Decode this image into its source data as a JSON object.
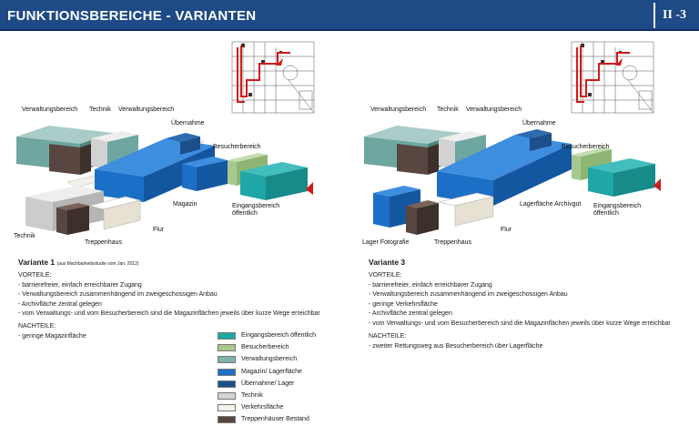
{
  "header": {
    "title": "FUNKTIONSBEREICHE  - VARIANTEN",
    "page_number": "II -3"
  },
  "variant1": {
    "title": "Variante 1",
    "title_note": "(aus Machbarkeitsstudie vom Jan. 2012)",
    "labels": {
      "verwaltung_left": "Verwaltungsbereich",
      "technik_top": "Technik",
      "verwaltung_right": "Verwaltungsbereich",
      "uebernahme": "Übernahme",
      "besucher": "Besucherbereich",
      "magazin": "Magazin",
      "eingang_line1": "Eingangsbereich",
      "eingang_line2": "öffentlich",
      "technik_bottom": "Technik",
      "treppenhaus": "Treppenhaus",
      "flur": "Flur"
    },
    "vorteile_heading": "VORTEILE:",
    "vorteile": [
      "- barrierefreier, einfach erreichbarer Zugang",
      "- Verwaltungsbereich zusammenhängend im zweigeschossigen Anbau",
      "- Archivfläche zentral gelegen",
      "- vom Verwaltungs- und vom Besucherbereich sind die Magazinflächen jeweils über kurze Wege erreichbar"
    ],
    "nachteile_heading": "NACHTEILE:",
    "nachteile": [
      "- geringe Magazinfläche"
    ]
  },
  "variant3": {
    "title": "Variante 3",
    "labels": {
      "verwaltung_left": "Verwaltungsbereich",
      "technik_top": "Technik",
      "verwaltung_right": "Verwaltungsbereich",
      "uebernahme": "Übernahme",
      "besucher": "Besucherbereich",
      "lagerflaeche": "Lagerfläche Archivgut",
      "eingang_line1": "Eingangsbereich",
      "eingang_line2": "öffentlich",
      "lager_foto": "Lager Fotografie",
      "treppenhaus": "Treppenhaus",
      "flur": "Flur"
    },
    "vorteile_heading": "VORTEILE:",
    "vorteile": [
      "- barrierefreier, einfach erreichbarer Zugang",
      "- Verwaltungsbereich zusammenhängend im zweigeschossigen Anbau",
      "- geringe Verkehrsfläche",
      "- Archivfläche zentral gelegen",
      "- vom Verwaltungs- und vom Besucherbereich sind die Magazinflächen jeweils über kurze Wege erreichbar"
    ],
    "nachteile_heading": "NACHTEILE:",
    "nachteile": [
      "- zweiter Rettungsweg aus Besucherbereich über Lagerfläche"
    ]
  },
  "legend": [
    {
      "label": "Eingangsbereich öffentlich",
      "color": "#1fa6a6"
    },
    {
      "label": "Besucherbereich",
      "color": "#a7c98d"
    },
    {
      "label": "Verwaltungsbereich",
      "color": "#7fb2ad"
    },
    {
      "label": "Magazin/ Lagerfläche",
      "color": "#1c6fc6"
    },
    {
      "label": "Übernahme/ Lager",
      "color": "#1d4f8a"
    },
    {
      "label": "Technik",
      "color": "#d4d4d4"
    },
    {
      "label": "Verkehrsfläche",
      "color": "#f4f1e8"
    },
    {
      "label": "Treppenhäuser Bestand",
      "color": "#5a4640"
    }
  ]
}
